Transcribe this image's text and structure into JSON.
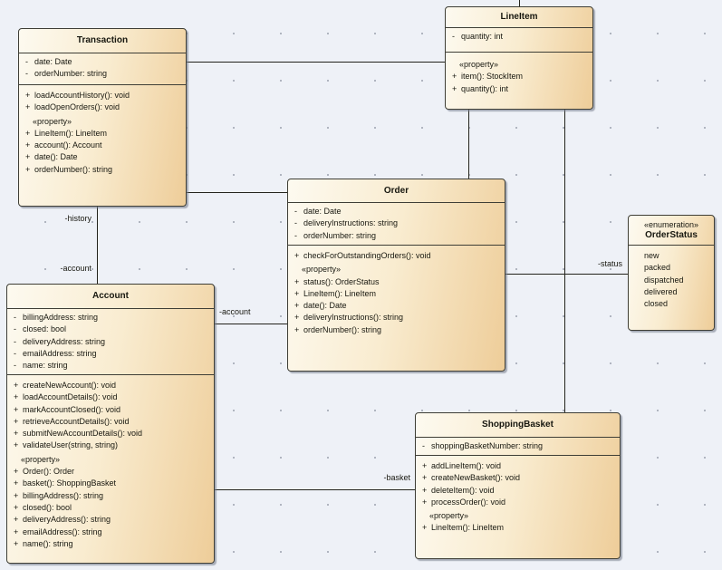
{
  "diagram": {
    "kind": "uml-class-diagram",
    "background_color": "#eef1f7",
    "grid_dot_color": "#9fa4b0",
    "box_fill_start": "#fdfaf0",
    "box_fill_end": "#eecd99",
    "box_border_color": "#3e3e36"
  },
  "classes": [
    {
      "name": "Transaction",
      "attributes": [
        {
          "vis": "-",
          "text": "date: Date"
        },
        {
          "vis": "-",
          "text": "orderNumber: string"
        }
      ],
      "operations": [
        {
          "vis": "+",
          "text": "loadAccountHistory(): void"
        },
        {
          "vis": "+",
          "text": "loadOpenOrders(): void"
        }
      ],
      "property_header": "«property»",
      "properties": [
        {
          "vis": "+",
          "text": "LineItem(): LineItem"
        },
        {
          "vis": "+",
          "text": "account(): Account"
        },
        {
          "vis": "+",
          "text": "date(): Date"
        },
        {
          "vis": "+",
          "text": "orderNumber(): string"
        }
      ]
    },
    {
      "name": "LineItem",
      "attributes": [
        {
          "vis": "-",
          "text": "quantity: int"
        }
      ],
      "operations": [],
      "property_header": "«property»",
      "properties": [
        {
          "vis": "+",
          "text": "item(): StockItem"
        },
        {
          "vis": "+",
          "text": "quantity(): int"
        }
      ]
    },
    {
      "name": "Order",
      "attributes": [
        {
          "vis": "-",
          "text": "date: Date"
        },
        {
          "vis": "-",
          "text": "deliveryInstructions: string"
        },
        {
          "vis": "-",
          "text": "orderNumber: string"
        }
      ],
      "operations": [
        {
          "vis": "+",
          "text": "checkForOutstandingOrders(): void"
        }
      ],
      "property_header": "«property»",
      "properties": [
        {
          "vis": "+",
          "text": "status(): OrderStatus"
        },
        {
          "vis": "+",
          "text": "LineItem(): LineItem"
        },
        {
          "vis": "+",
          "text": "date(): Date"
        },
        {
          "vis": "+",
          "text": "deliveryInstructions(): string"
        },
        {
          "vis": "+",
          "text": "orderNumber(): string"
        }
      ]
    },
    {
      "name": "Account",
      "attributes": [
        {
          "vis": "-",
          "text": "billingAddress: string"
        },
        {
          "vis": "-",
          "text": "closed: bool"
        },
        {
          "vis": "-",
          "text": "deliveryAddress: string"
        },
        {
          "vis": "-",
          "text": "emailAddress: string"
        },
        {
          "vis": "-",
          "text": "name: string"
        }
      ],
      "operations": [
        {
          "vis": "+",
          "text": "createNewAccount(): void"
        },
        {
          "vis": "+",
          "text": "loadAccountDetails(): void"
        },
        {
          "vis": "+",
          "text": "markAccountClosed(): void"
        },
        {
          "vis": "+",
          "text": "retrieveAccountDetails(): void"
        },
        {
          "vis": "+",
          "text": "submitNewAccountDetails(): void"
        },
        {
          "vis": "+",
          "text": "validateUser(string, string)"
        }
      ],
      "property_header": "«property»",
      "properties": [
        {
          "vis": "+",
          "text": "Order(): Order"
        },
        {
          "vis": "+",
          "text": "basket(): ShoppingBasket"
        },
        {
          "vis": "+",
          "text": "billingAddress(): string"
        },
        {
          "vis": "+",
          "text": "closed(): bool"
        },
        {
          "vis": "+",
          "text": "deliveryAddress(): string"
        },
        {
          "vis": "+",
          "text": "emailAddress(): string"
        },
        {
          "vis": "+",
          "text": "name(): string"
        }
      ]
    },
    {
      "name": "ShoppingBasket",
      "attributes": [
        {
          "vis": "-",
          "text": "shoppingBasketNumber: string"
        }
      ],
      "operations": [
        {
          "vis": "+",
          "text": "addLineItem(): void"
        },
        {
          "vis": "+",
          "text": "createNewBasket(): void"
        },
        {
          "vis": "+",
          "text": "deleteItem(): void"
        },
        {
          "vis": "+",
          "text": "processOrder(): void"
        }
      ],
      "property_header": "«property»",
      "properties": [
        {
          "vis": "+",
          "text": "LineItem(): LineItem"
        }
      ]
    },
    {
      "name": "OrderStatus",
      "stereotype": "«enumeration»",
      "values": [
        "new",
        "packed",
        "dispatched",
        "delivered",
        "closed"
      ]
    }
  ],
  "connector_labels": [
    {
      "id": "history",
      "text": "-history"
    },
    {
      "id": "account-top",
      "text": "-account"
    },
    {
      "id": "account-mid",
      "text": "-account"
    },
    {
      "id": "status",
      "text": "-status"
    },
    {
      "id": "basket",
      "text": "-basket"
    }
  ]
}
